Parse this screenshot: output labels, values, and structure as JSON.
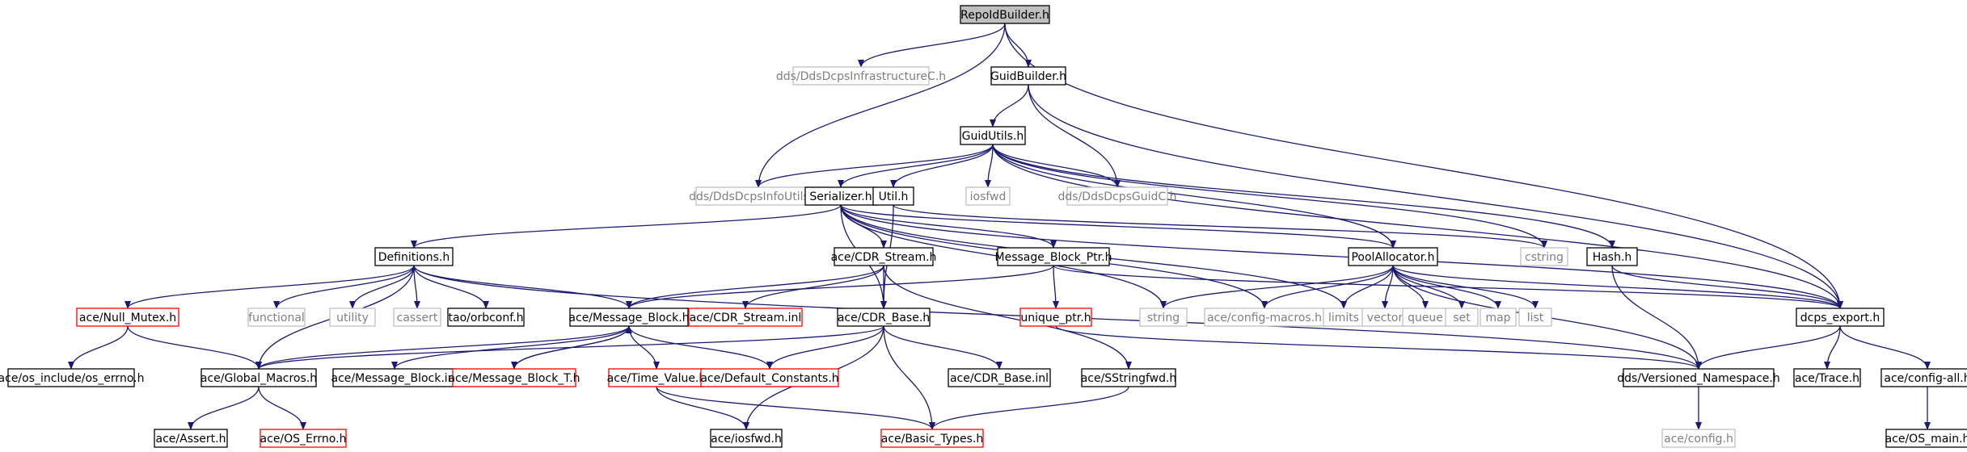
{
  "colors": {
    "edge": "#191970",
    "root_fill": "#bfbfbf",
    "box_normal": "#000000",
    "box_truncated": "#ff0000",
    "box_external": "#bfbfbf",
    "text_normal": "#000000",
    "text_external": "#7f7f7f"
  },
  "nodes": [
    {
      "id": "RepoIdBuilder",
      "label": "RepoIdBuilder.h",
      "kind": "root"
    },
    {
      "id": "DdsDcpsInfrastructureC",
      "label": "dds/DdsDcpsInfrastructureC.h",
      "kind": "external"
    },
    {
      "id": "GuidBuilder",
      "label": "GuidBuilder.h",
      "kind": "normal"
    },
    {
      "id": "GuidUtils",
      "label": "GuidUtils.h",
      "kind": "normal"
    },
    {
      "id": "DdsDcpsInfoUtilsC",
      "label": "dds/DdsDcpsInfoUtilsC.h",
      "kind": "external"
    },
    {
      "id": "Serializer",
      "label": "Serializer.h",
      "kind": "normal"
    },
    {
      "id": "Util",
      "label": "Util.h",
      "kind": "normal"
    },
    {
      "id": "iosfwd",
      "label": "iosfwd",
      "kind": "external"
    },
    {
      "id": "DdsDcpsGuidC",
      "label": "dds/DdsDcpsGuidC.h",
      "kind": "external"
    },
    {
      "id": "cstring",
      "label": "cstring",
      "kind": "external"
    },
    {
      "id": "Hash",
      "label": "Hash.h",
      "kind": "normal"
    },
    {
      "id": "Definitions",
      "label": "Definitions.h",
      "kind": "normal"
    },
    {
      "id": "CDR_Stream",
      "label": "ace/CDR_Stream.h",
      "kind": "normal"
    },
    {
      "id": "Message_Block_Ptr",
      "label": "Message_Block_Ptr.h",
      "kind": "normal"
    },
    {
      "id": "PoolAllocator",
      "label": "PoolAllocator.h",
      "kind": "normal"
    },
    {
      "id": "dcps_export",
      "label": "dcps_export.h",
      "kind": "normal"
    },
    {
      "id": "Null_Mutex",
      "label": "ace/Null_Mutex.h",
      "kind": "truncated"
    },
    {
      "id": "functional",
      "label": "functional",
      "kind": "external"
    },
    {
      "id": "utility",
      "label": "utility",
      "kind": "external"
    },
    {
      "id": "cassert",
      "label": "cassert",
      "kind": "external"
    },
    {
      "id": "orbconf",
      "label": "tao/orbconf.h",
      "kind": "normal"
    },
    {
      "id": "Message_Block",
      "label": "ace/Message_Block.h",
      "kind": "normal"
    },
    {
      "id": "CDR_Stream_inl",
      "label": "ace/CDR_Stream.inl",
      "kind": "truncated"
    },
    {
      "id": "CDR_Base",
      "label": "ace/CDR_Base.h",
      "kind": "normal"
    },
    {
      "id": "unique_ptr",
      "label": "unique_ptr.h",
      "kind": "truncated"
    },
    {
      "id": "string",
      "label": "string",
      "kind": "external"
    },
    {
      "id": "config_macros",
      "label": "ace/config-macros.h",
      "kind": "external"
    },
    {
      "id": "limits",
      "label": "limits",
      "kind": "external"
    },
    {
      "id": "vector",
      "label": "vector",
      "kind": "external"
    },
    {
      "id": "queue",
      "label": "queue",
      "kind": "external"
    },
    {
      "id": "set",
      "label": "set",
      "kind": "external"
    },
    {
      "id": "map",
      "label": "map",
      "kind": "external"
    },
    {
      "id": "list",
      "label": "list",
      "kind": "external"
    },
    {
      "id": "os_errno",
      "label": "ace/os_include/os_errno.h",
      "kind": "normal"
    },
    {
      "id": "Global_Macros",
      "label": "ace/Global_Macros.h",
      "kind": "normal"
    },
    {
      "id": "Message_Block_inl",
      "label": "ace/Message_Block.inl",
      "kind": "normal"
    },
    {
      "id": "Message_Block_T",
      "label": "ace/Message_Block_T.h",
      "kind": "truncated"
    },
    {
      "id": "Time_Value",
      "label": "ace/Time_Value.h",
      "kind": "truncated"
    },
    {
      "id": "Default_Constants",
      "label": "ace/Default_Constants.h",
      "kind": "truncated"
    },
    {
      "id": "CDR_Base_inl",
      "label": "ace/CDR_Base.inl",
      "kind": "normal"
    },
    {
      "id": "SStringfwd",
      "label": "ace/SStringfwd.h",
      "kind": "normal"
    },
    {
      "id": "Versioned_Namespace",
      "label": "dds/Versioned_Namespace.h",
      "kind": "normal"
    },
    {
      "id": "Trace",
      "label": "ace/Trace.h",
      "kind": "normal"
    },
    {
      "id": "config_all",
      "label": "ace/config-all.h",
      "kind": "normal"
    },
    {
      "id": "Assert",
      "label": "ace/Assert.h",
      "kind": "normal"
    },
    {
      "id": "OS_Errno",
      "label": "ace/OS_Errno.h",
      "kind": "truncated"
    },
    {
      "id": "ace_iosfwd",
      "label": "ace/iosfwd.h",
      "kind": "normal"
    },
    {
      "id": "Basic_Types",
      "label": "ace/Basic_Types.h",
      "kind": "truncated"
    },
    {
      "id": "config",
      "label": "ace/config.h",
      "kind": "external"
    },
    {
      "id": "OS_main",
      "label": "ace/OS_main.h",
      "kind": "normal"
    }
  ],
  "edges": [
    [
      "RepoIdBuilder",
      "DdsDcpsInfrastructureC"
    ],
    [
      "RepoIdBuilder",
      "GuidBuilder"
    ],
    [
      "RepoIdBuilder",
      "DdsDcpsInfoUtilsC"
    ],
    [
      "RepoIdBuilder",
      "dcps_export"
    ],
    [
      "GuidBuilder",
      "GuidUtils"
    ],
    [
      "GuidBuilder",
      "DdsDcpsGuidC"
    ],
    [
      "GuidBuilder",
      "dcps_export"
    ],
    [
      "GuidUtils",
      "DdsDcpsInfoUtilsC"
    ],
    [
      "GuidUtils",
      "Serializer"
    ],
    [
      "GuidUtils",
      "Util"
    ],
    [
      "GuidUtils",
      "iosfwd"
    ],
    [
      "GuidUtils",
      "DdsDcpsGuidC"
    ],
    [
      "GuidUtils",
      "cstring"
    ],
    [
      "GuidUtils",
      "Hash"
    ],
    [
      "GuidUtils",
      "PoolAllocator"
    ],
    [
      "GuidUtils",
      "dcps_export"
    ],
    [
      "Serializer",
      "DdsDcpsInfoUtilsC"
    ],
    [
      "Serializer",
      "Definitions"
    ],
    [
      "Serializer",
      "CDR_Stream"
    ],
    [
      "Serializer",
      "Message_Block_Ptr"
    ],
    [
      "Serializer",
      "PoolAllocator"
    ],
    [
      "Serializer",
      "CDR_Base"
    ],
    [
      "Serializer",
      "string"
    ],
    [
      "Serializer",
      "config_macros"
    ],
    [
      "Serializer",
      "limits"
    ],
    [
      "Serializer",
      "dcps_export"
    ],
    [
      "Util",
      "cstring"
    ],
    [
      "Util",
      "CDR_Base"
    ],
    [
      "Hash",
      "dcps_export"
    ],
    [
      "Hash",
      "Versioned_Namespace"
    ],
    [
      "Definitions",
      "Null_Mutex"
    ],
    [
      "Definitions",
      "functional"
    ],
    [
      "Definitions",
      "utility"
    ],
    [
      "Definitions",
      "cassert"
    ],
    [
      "Definitions",
      "orbconf"
    ],
    [
      "Definitions",
      "Message_Block"
    ],
    [
      "Definitions",
      "Global_Macros"
    ],
    [
      "Definitions",
      "Versioned_Namespace"
    ],
    [
      "CDR_Stream",
      "Message_Block"
    ],
    [
      "CDR_Stream",
      "CDR_Stream_inl"
    ],
    [
      "CDR_Stream",
      "CDR_Base"
    ],
    [
      "CDR_Stream",
      "SStringfwd"
    ],
    [
      "Message_Block_Ptr",
      "Message_Block"
    ],
    [
      "Message_Block_Ptr",
      "unique_ptr"
    ],
    [
      "Message_Block_Ptr",
      "dcps_export"
    ],
    [
      "PoolAllocator",
      "string"
    ],
    [
      "PoolAllocator",
      "config_macros"
    ],
    [
      "PoolAllocator",
      "limits"
    ],
    [
      "PoolAllocator",
      "vector"
    ],
    [
      "PoolAllocator",
      "queue"
    ],
    [
      "PoolAllocator",
      "set"
    ],
    [
      "PoolAllocator",
      "map"
    ],
    [
      "PoolAllocator",
      "list"
    ],
    [
      "PoolAllocator",
      "dcps_export"
    ],
    [
      "PoolAllocator",
      "Versioned_Namespace"
    ],
    [
      "dcps_export",
      "Versioned_Namespace"
    ],
    [
      "dcps_export",
      "Trace"
    ],
    [
      "dcps_export",
      "config_all"
    ],
    [
      "Null_Mutex",
      "os_errno"
    ],
    [
      "Null_Mutex",
      "Global_Macros"
    ],
    [
      "Message_Block",
      "Global_Macros"
    ],
    [
      "Message_Block",
      "Message_Block_inl"
    ],
    [
      "Message_Block",
      "Message_Block_T"
    ],
    [
      "Message_Block",
      "Time_Value"
    ],
    [
      "Message_Block",
      "Default_Constants"
    ],
    [
      "Message_Block_T",
      "Message_Block"
    ],
    [
      "CDR_Base",
      "Global_Macros"
    ],
    [
      "CDR_Base",
      "Default_Constants"
    ],
    [
      "CDR_Base",
      "CDR_Base_inl"
    ],
    [
      "CDR_Base",
      "ace_iosfwd"
    ],
    [
      "CDR_Base",
      "Basic_Types"
    ],
    [
      "unique_ptr",
      "Versioned_Namespace"
    ],
    [
      "Global_Macros",
      "Assert"
    ],
    [
      "Global_Macros",
      "OS_Errno"
    ],
    [
      "Time_Value",
      "ace_iosfwd"
    ],
    [
      "Time_Value",
      "Basic_Types"
    ],
    [
      "SStringfwd",
      "Basic_Types"
    ],
    [
      "Versioned_Namespace",
      "config"
    ],
    [
      "config_all",
      "OS_main"
    ]
  ]
}
